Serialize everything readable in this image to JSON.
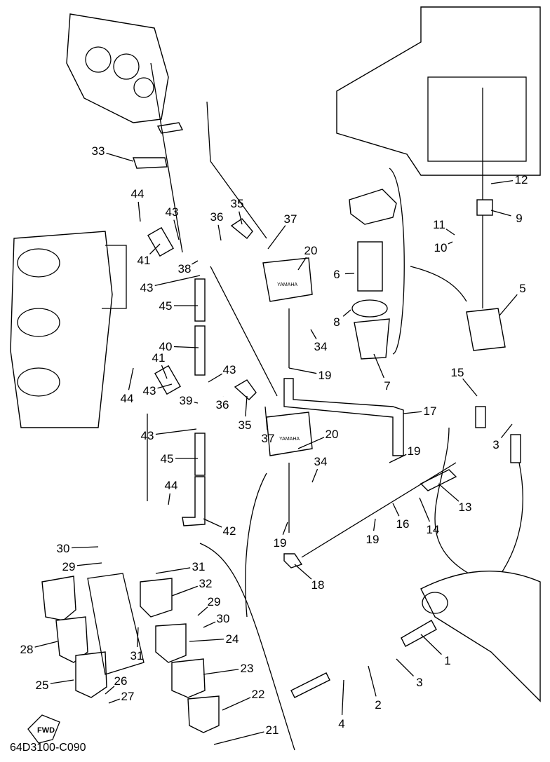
{
  "diagram": {
    "drawing_code": "64D3100-C090",
    "direction_arrow_label": "FWD",
    "pump_brand_text": "YAMAHA",
    "callouts": [
      "33",
      "44",
      "43",
      "36",
      "35",
      "37",
      "20",
      "41",
      "38",
      "43",
      "45",
      "40",
      "41",
      "43",
      "44",
      "43",
      "39",
      "36",
      "35",
      "37",
      "20",
      "43",
      "45",
      "44",
      "42",
      "34",
      "34",
      "19",
      "19",
      "19",
      "19",
      "17",
      "16",
      "18",
      "14",
      "13",
      "12",
      "9",
      "11",
      "10",
      "6",
      "8",
      "7",
      "5",
      "15",
      "3",
      "30",
      "29",
      "31",
      "32",
      "29",
      "30",
      "28",
      "24",
      "31",
      "23",
      "25",
      "26",
      "27",
      "22",
      "1",
      "3",
      "2",
      "4",
      "21"
    ]
  }
}
